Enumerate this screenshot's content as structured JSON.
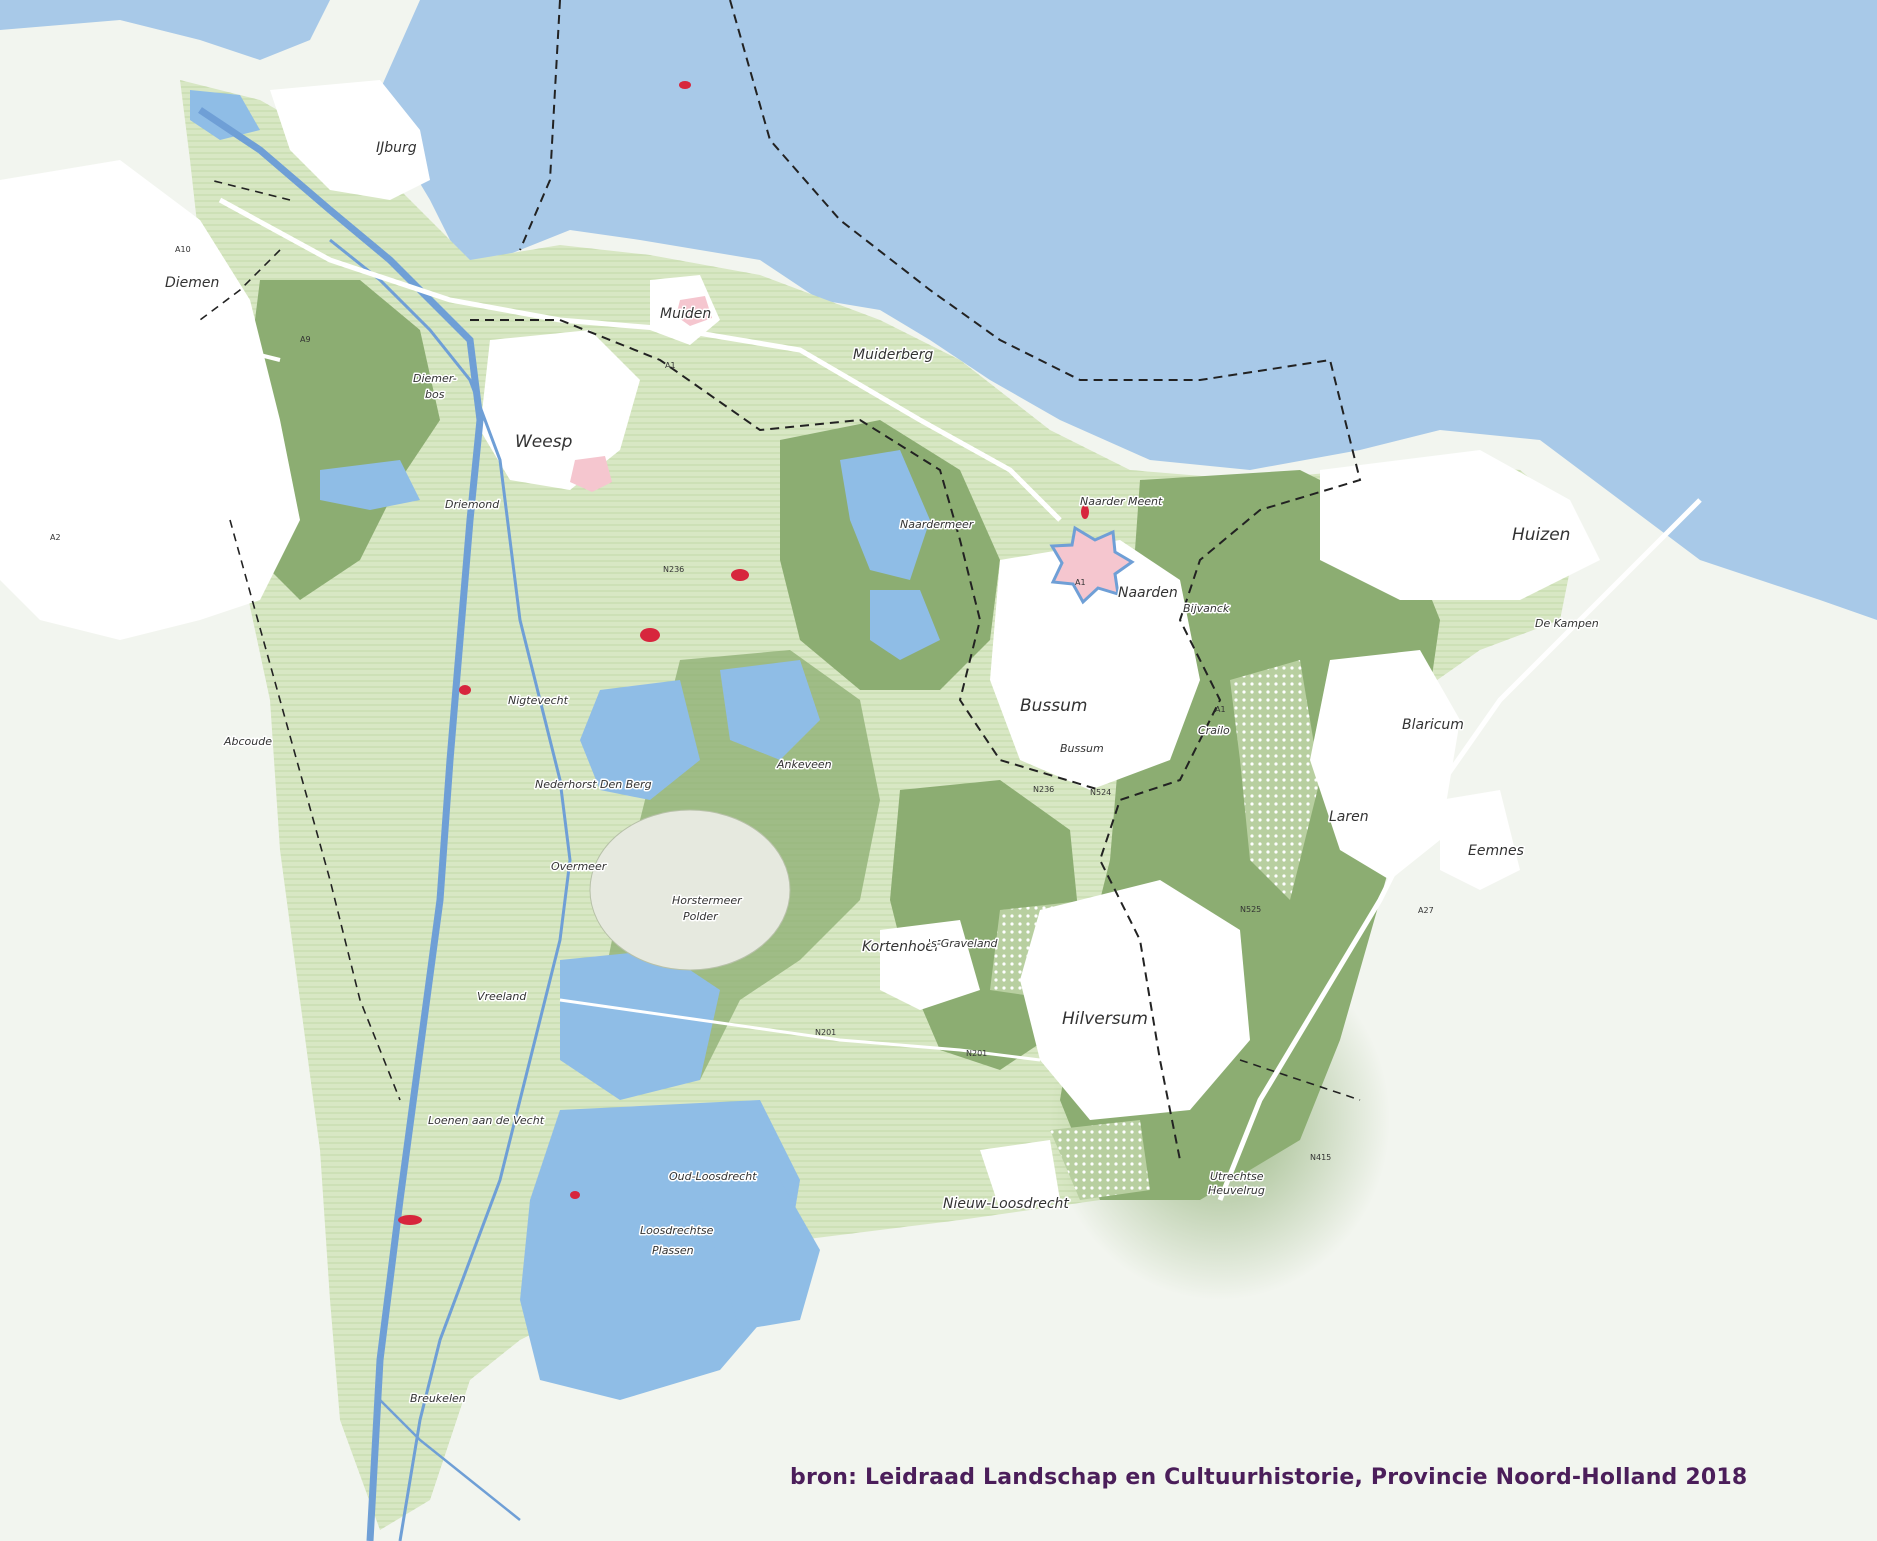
{
  "colors": {
    "water": "#a8c9e8",
    "lake": "#8fbde6",
    "outer_land": "#f2f5ef",
    "polder": "#d8e7c4",
    "forest": "#8cad72",
    "urban": "#ffffff",
    "canal": "#6f9fd6",
    "historic": "#f5c6cf",
    "accent_red": "#d7263d",
    "caption": "#4b1e5a"
  },
  "places": [
    {
      "id": "ijburg",
      "label": "IJburg",
      "size": "medium"
    },
    {
      "id": "diemen",
      "label": "Diemen",
      "size": "medium"
    },
    {
      "id": "muiden",
      "label": "Muiden",
      "size": "medium"
    },
    {
      "id": "muiderberg",
      "label": "Muiderberg",
      "size": "medium"
    },
    {
      "id": "weesp",
      "label": "Weesp",
      "size": "major"
    },
    {
      "id": "driemond",
      "label": "Driemond",
      "size": "minor"
    },
    {
      "id": "naarden",
      "label": "Naarden",
      "size": "medium"
    },
    {
      "id": "huizen",
      "label": "Huizen",
      "size": "major"
    },
    {
      "id": "bussum",
      "label": "Bussum",
      "size": "major"
    },
    {
      "id": "bussum2",
      "label": "Bussum",
      "size": "minor"
    },
    {
      "id": "blaricum",
      "label": "Blaricum",
      "size": "medium"
    },
    {
      "id": "laren",
      "label": "Laren",
      "size": "medium"
    },
    {
      "id": "eemnes",
      "label": "Eemnes",
      "size": "medium"
    },
    {
      "id": "hilversum",
      "label": "Hilversum",
      "size": "major"
    },
    {
      "id": "kortenhoef",
      "label": "Kortenhoef",
      "size": "medium"
    },
    {
      "id": "nigtevecht",
      "label": "Nigtevecht",
      "size": "minor"
    },
    {
      "id": "nederhorst",
      "label": "Nederhorst Den Berg",
      "size": "minor"
    },
    {
      "id": "overmeer",
      "label": "Overmeer",
      "size": "minor"
    },
    {
      "id": "ankeveen",
      "label": "Ankeveen",
      "size": "minor"
    },
    {
      "id": "vreeland",
      "label": "Vreeland",
      "size": "minor"
    },
    {
      "id": "loenen",
      "label": "Loenen aan de Vecht",
      "size": "minor"
    },
    {
      "id": "oud_loosdrecht",
      "label": "Oud-Loosdrecht",
      "size": "minor"
    },
    {
      "id": "nieuw_loosdrecht",
      "label": "Nieuw-Loosdrecht",
      "size": "medium"
    },
    {
      "id": "breukelen",
      "label": "Breukelen",
      "size": "minor"
    },
    {
      "id": "abcoude",
      "label": "Abcoude",
      "size": "minor"
    },
    {
      "id": "naardermeer",
      "label": "Naardermeer",
      "size": "minor"
    },
    {
      "id": "horstermeer",
      "label": "Horstermeer",
      "size": "minor"
    },
    {
      "id": "horstermeer_polder",
      "label": "Polder",
      "size": "minor"
    },
    {
      "id": "loosdrechtse",
      "label": "Loosdrechtse",
      "size": "minor"
    },
    {
      "id": "plassen",
      "label": "Plassen",
      "size": "minor"
    },
    {
      "id": "diemerbos",
      "label": "Diemer-",
      "size": "minor"
    },
    {
      "id": "diemerbos2",
      "label": "bos",
      "size": "minor"
    },
    {
      "id": "naarder_meent",
      "label": "Naarder Meent",
      "size": "minor"
    },
    {
      "id": "de_kampen",
      "label": "De Kampen",
      "size": "minor"
    },
    {
      "id": "utrechtse",
      "label": "Utrechtse",
      "size": "minor"
    },
    {
      "id": "heuvelrug",
      "label": "Heuvelrug",
      "size": "minor"
    },
    {
      "id": "bijvanck",
      "label": "Bijvanck",
      "size": "minor"
    },
    {
      "id": "crailoo",
      "label": "Crailo",
      "size": "minor"
    },
    {
      "id": "s_graveland",
      "label": "'s-Graveland",
      "size": "minor"
    }
  ],
  "roads": [
    {
      "id": "a10",
      "label": "A10"
    },
    {
      "id": "a9",
      "label": "A9"
    },
    {
      "id": "a1",
      "label": "A1"
    },
    {
      "id": "a1b",
      "label": "A1"
    },
    {
      "id": "a1c",
      "label": "A1"
    },
    {
      "id": "a27",
      "label": "A27"
    },
    {
      "id": "n236",
      "label": "N236"
    },
    {
      "id": "n236b",
      "label": "N236"
    },
    {
      "id": "n524",
      "label": "N524"
    },
    {
      "id": "n525",
      "label": "N525"
    },
    {
      "id": "n201",
      "label": "N201"
    },
    {
      "id": "n201b",
      "label": "N201"
    },
    {
      "id": "n415",
      "label": "N415"
    },
    {
      "id": "a2",
      "label": "A2"
    }
  ],
  "caption": {
    "text": "bron: Leidraad Landschap en Cultuurhistorie, Provincie Noord-Holland 2018"
  }
}
